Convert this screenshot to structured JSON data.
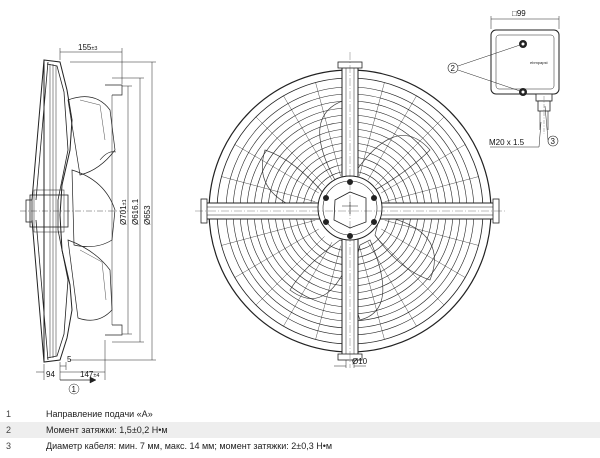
{
  "side_view": {
    "dim_depth": "155",
    "dim_depth_tol": "±3",
    "dim_d1": "Ø701",
    "dim_d1_tol": "±1",
    "dim_d2": "Ø616.1",
    "dim_d3": "Ø653",
    "dim_5": "5",
    "dim_94": "94",
    "dim_147": "147",
    "dim_147_tol": "±4",
    "callout_1": "1"
  },
  "front_view": {
    "dim_hole": "Ø10"
  },
  "terminal_box": {
    "dim_width": "□99",
    "callout_2": "2",
    "callout_3": "3",
    "thread": "M20 x 1.5",
    "brand": "ebmpapst"
  },
  "legend": [
    {
      "num": "1",
      "text": "Направление подачи «A»"
    },
    {
      "num": "2",
      "text": "Момент затяжки: 1,5±0,2 Н•м"
    },
    {
      "num": "3",
      "text": "Диаметр кабеля: мин. 7 мм, макс. 14 мм; момент затяжки: 2±0,3 Н•м"
    }
  ]
}
